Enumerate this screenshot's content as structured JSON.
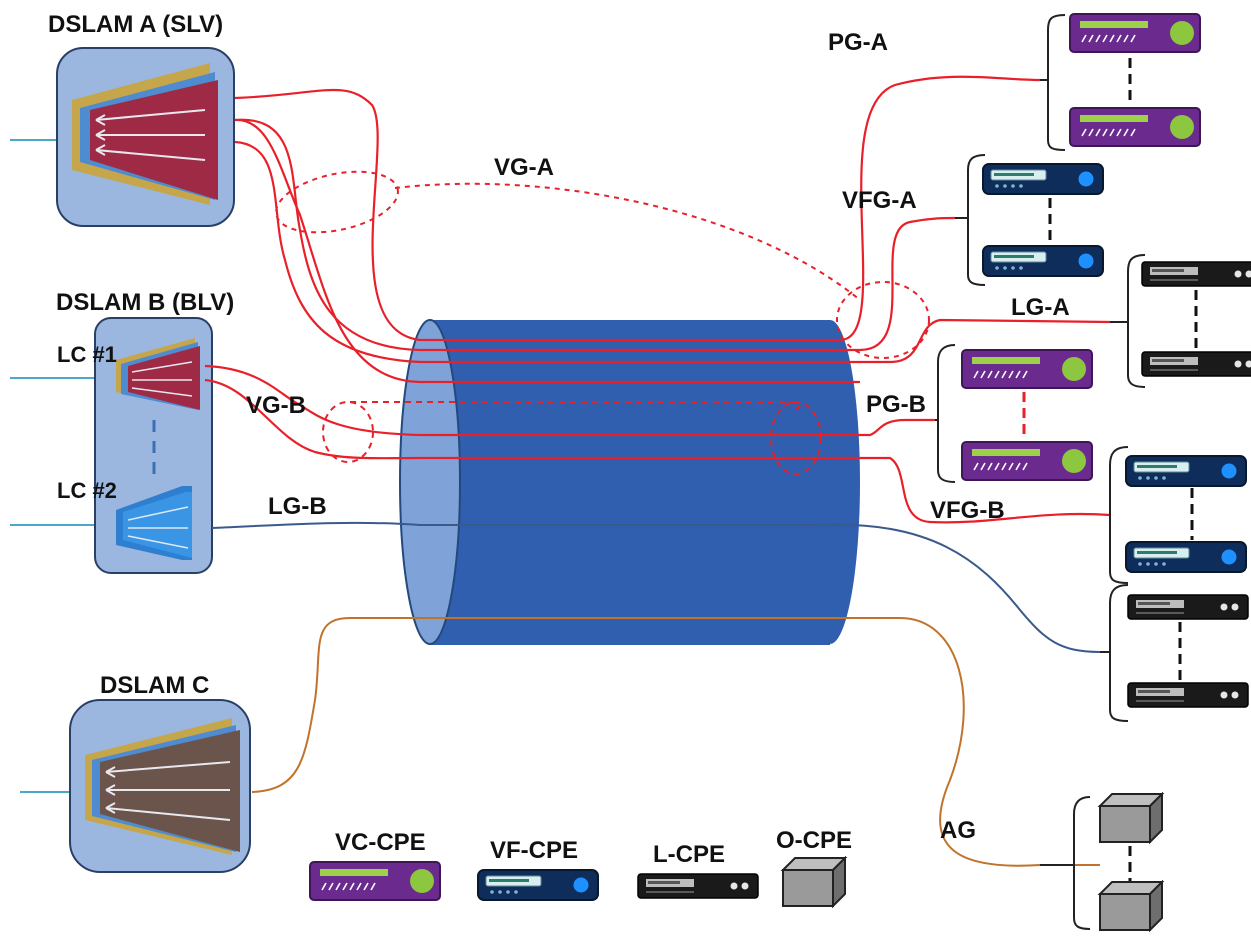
{
  "dslams": {
    "a": {
      "label": "DSLAM A (SLV)"
    },
    "b": {
      "label": "DSLAM B (BLV)",
      "lc1": "LC #1",
      "lc2": "LC #2"
    },
    "c": {
      "label": "DSLAM C"
    }
  },
  "groups": {
    "vg_a": "VG-A",
    "vg_b": "VG-B",
    "pg_a": "PG-A",
    "pg_b": "PG-B",
    "vfg_a": "VFG-A",
    "vfg_b": "VFG-B",
    "lg_a": "LG-A",
    "lg_b": "LG-B",
    "ag": "AG"
  },
  "legend": {
    "vc_cpe": "VC-CPE",
    "vf_cpe": "VF-CPE",
    "l_cpe": "L-CPE",
    "o_cpe": "O-CPE"
  },
  "colors": {
    "wire_red": "#e8202a",
    "wire_blue": "#3a5a8c",
    "wire_orange": "#c0732a",
    "cable": "#2f5fae",
    "dslam_box": "#9bb7e0",
    "purple_cpe": "#6a2a8e",
    "navy_cpe": "#0f2d5a",
    "black_cpe": "#1a1a1a",
    "gray_cpe": "#8c8c8c"
  }
}
